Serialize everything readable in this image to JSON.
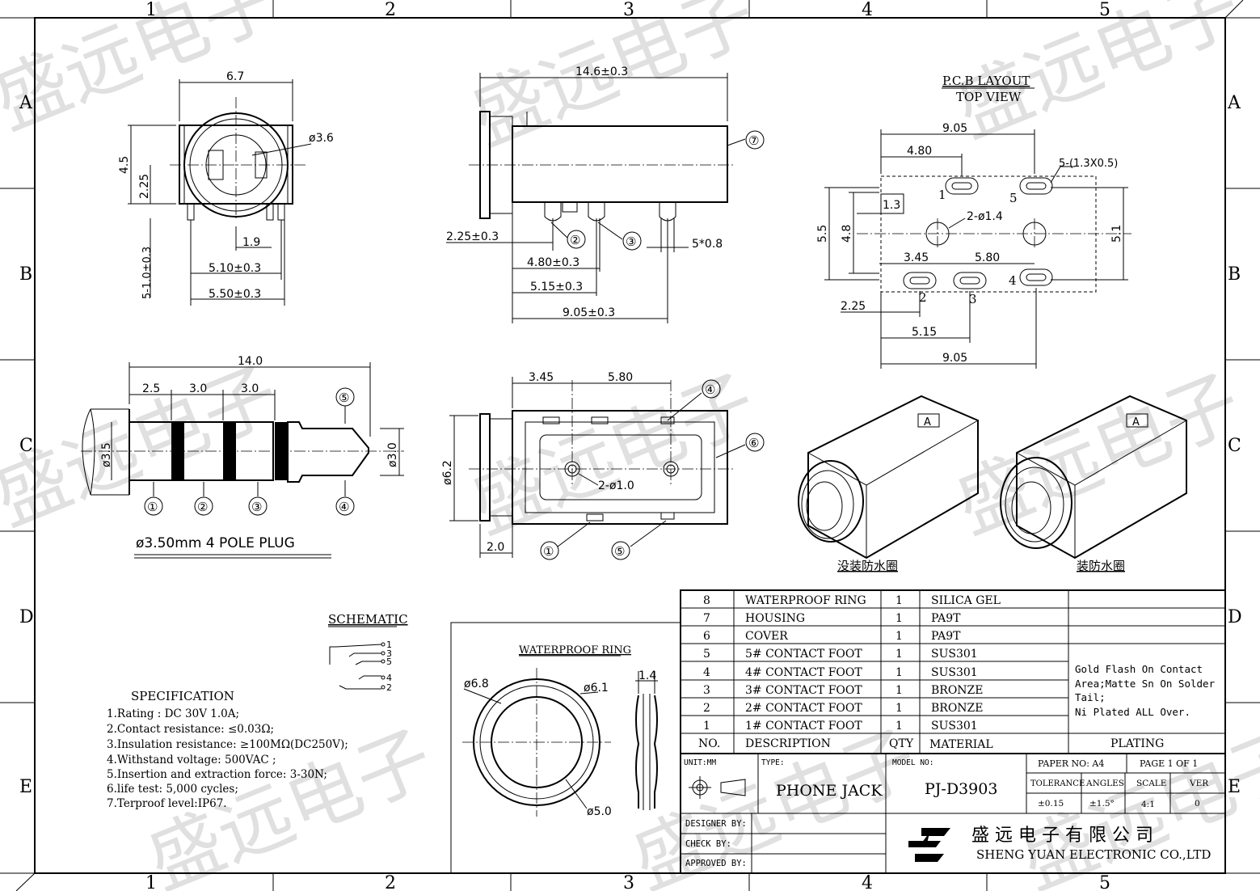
{
  "grid": {
    "columns": [
      "1",
      "2",
      "3",
      "4",
      "5"
    ],
    "rows": [
      "A",
      "B",
      "C",
      "D",
      "E"
    ]
  },
  "watermark": "盛远电子",
  "front_view": {
    "width": "6.7",
    "height": "4.5",
    "center_height": "2.25",
    "hole_dia": "ø3.6",
    "pin_dim": "5-1.0±0.3",
    "offset": "1.9",
    "span1": "5.10±0.3",
    "span2": "5.50±0.3"
  },
  "side_view": {
    "length": "14.6±0.3",
    "d1": "2.25±0.3",
    "d2": "4.80±0.3",
    "d3": "5.15±0.3",
    "d4": "9.05±0.3",
    "pin": "5*0.8",
    "callouts": [
      "②",
      "③",
      "⑦"
    ]
  },
  "pcb": {
    "title": "P.C.B LAYOUT",
    "subtitle": "TOP VIEW",
    "d905": "9.05",
    "d480": "4.80",
    "slots": "5-(1.3X0.5)",
    "d13": "1.3",
    "holes": "2-ø1.4",
    "h55": "5.5",
    "h48": "4.8",
    "h51": "5.1",
    "d345": "3.45",
    "d580": "5.80",
    "d225": "2.25",
    "d515": "5.15",
    "d905b": "9.05",
    "pads": [
      "1",
      "5",
      "2",
      "3",
      "4"
    ]
  },
  "plug": {
    "length": "14.0",
    "s1": "2.5",
    "s2": "3.0",
    "s3": "3.0",
    "dia": "ø3.5",
    "tip": "ø3.0",
    "callouts": [
      "①",
      "②",
      "③",
      "④",
      "⑤"
    ],
    "caption": "ø3.50mm 4 POLE PLUG"
  },
  "bottom_view": {
    "d345": "3.45",
    "d580": "5.80",
    "height": "ø6.2",
    "holes": "2-ø1.0",
    "d20": "2.0",
    "callouts": [
      "④",
      "⑥",
      "①",
      "⑤"
    ]
  },
  "iso": {
    "label_a": "A",
    "caption_left": "没装防水圈",
    "caption_right": "装防水圈"
  },
  "schematic": {
    "title": "SCHEMATIC",
    "pins": [
      "1",
      "3",
      "5",
      "4",
      "2"
    ]
  },
  "ring": {
    "title": "WATERPROOF RING",
    "od": "ø6.8",
    "mid": "ø6.1",
    "id": "ø5.0",
    "thk": "1.4"
  },
  "spec": {
    "title": "SPECIFICATION",
    "lines": [
      "1.Rating : DC 30V 1.0A;",
      "2.Contact resistance: ≤0.03Ω;",
      "3.Insulation resistance: ≥100MΩ(DC250V);",
      "4.Withstand voltage: 500VAC ;",
      "5.Insertion and extraction force: 3-30N;",
      "6.life test: 5,000 cycles;",
      "7.Terproof level:IP67."
    ]
  },
  "bom": {
    "rows": [
      {
        "no": "8",
        "desc": "WATERPROOF RING",
        "qty": "1",
        "mat": "SILICA GEL"
      },
      {
        "no": "7",
        "desc": "HOUSING",
        "qty": "1",
        "mat": "PA9T"
      },
      {
        "no": "6",
        "desc": "COVER",
        "qty": "1",
        "mat": "PA9T"
      },
      {
        "no": "5",
        "desc": "5# CONTACT FOOT",
        "qty": "1",
        "mat": "SUS301"
      },
      {
        "no": "4",
        "desc": "4# CONTACT FOOT",
        "qty": "1",
        "mat": "SUS301"
      },
      {
        "no": "3",
        "desc": "3# CONTACT FOOT",
        "qty": "1",
        "mat": "BRONZE"
      },
      {
        "no": "2",
        "desc": "2# CONTACT FOOT",
        "qty": "1",
        "mat": "BRONZE"
      },
      {
        "no": "1",
        "desc": "1# CONTACT FOOT",
        "qty": "1",
        "mat": "SUS301"
      }
    ],
    "header": {
      "no": "NO.",
      "desc": "DESCRIPTION",
      "qty": "QTY",
      "mat": "MATERIAL",
      "plating": "PLATING"
    },
    "plating_note": [
      "Gold Flash On Contact",
      "Area;Matte Sn On Solder",
      "Tail;",
      "Ni Plated ALL Over."
    ]
  },
  "title_block": {
    "unit": "UNIT:MM",
    "type_label": "TYPE:",
    "type": "PHONE JACK",
    "model_label": "MODEL NO:",
    "model": "PJ-D3903",
    "paper": "PAPER NO: A4",
    "page": "PAGE 1 OF 1",
    "tolerance_label": "TOLERANCE",
    "angles_label": "ANGLES",
    "scale_label": "SCALE",
    "ver_label": "VER",
    "tolerance": "±0.15",
    "angles": "±1.5°",
    "scale": "4:1",
    "ver": "0",
    "designer": "DESIGNER BY:",
    "check": "CHECK   BY:",
    "approved": "APPROVED BY:",
    "company_cn": "盛 远 电 子 有 限 公 司",
    "company_en": "SHENG YUAN ELECTRONIC CO.,LTD"
  }
}
